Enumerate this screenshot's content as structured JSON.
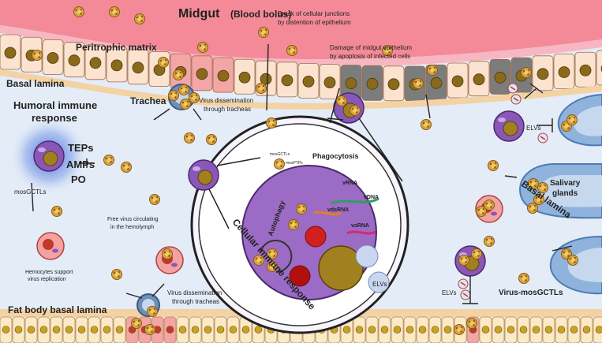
{
  "labels": {
    "midgut": "Midgut",
    "blood_bolus": "(Blood bolus)",
    "peritrophic_matrix": "Peritrophic matrix",
    "basal_lamina_top": "Basal lamina",
    "break_junctions_1": "Break of cellular junctions",
    "break_junctions_2": "by distention of epithelium",
    "damage_1": "Damage of midgut epithelium",
    "damage_2": "by apoptosis of infected cells",
    "humoral_1": "Humoral immune",
    "humoral_2": "response",
    "trachea": "Trachea",
    "virus_dissem_top_1": "Virus dissemination",
    "virus_dissem_top_2": "through tracheas",
    "teps": "TEPs",
    "amps": "AMPs",
    "po": "PO",
    "mosgctls_left": "mosGCTLs",
    "free_virus_1": "Free virus circulating",
    "free_virus_2": "in the hemolymph",
    "hemocytes_1": "Hemocytes support",
    "hemocytes_2": "virus replication",
    "phagocytosis": "Phagocytosis",
    "mosgctls_small": "mosGCTLs",
    "mosptps_small": "mosPTPs",
    "vrna": "vRNA",
    "vdna": "vDNA",
    "vdsrna": "vdsRNA",
    "vsrna": "vsRNA",
    "autophagy": "Autophagy",
    "cellular_response": "Cellular immune response",
    "elvs_inner": "ELVs",
    "elvs_right": "ELVs",
    "salivary_1": "Salivary",
    "salivary_2": "glands",
    "basal_lamina_right": "Basal lamina",
    "elvs_bottom": "ELVs",
    "virus_mosgctls": "Virus-mosGCTLs",
    "fat_body": "Fat body basal lamina",
    "virus_dissem_bot_1": "Virus dissemination",
    "virus_dissem_bot_2": "through tracheas"
  },
  "colors": {
    "midgut_lumen": "#f48a98",
    "peritrophic": "#f6b7c2",
    "epithelium_cell": "#fbe3cf",
    "nucleus": "#8a6a1a",
    "basal_lamina": "#f3d2a3",
    "hemolymph": "#e4ecf7",
    "hemocyte": "#8a57b8",
    "humoral_title": "#e01b1b",
    "cellular_title": "#e01b1b",
    "gland": "#8fb3dc",
    "virus": "#d9a441",
    "apoptotic_cell": "#7c7c7c"
  },
  "icons": [
    "virus-particle-icon",
    "hemocyte-icon",
    "trachea-icon",
    "elv-vesicle-icon",
    "inhibition-arrow-icon"
  ]
}
